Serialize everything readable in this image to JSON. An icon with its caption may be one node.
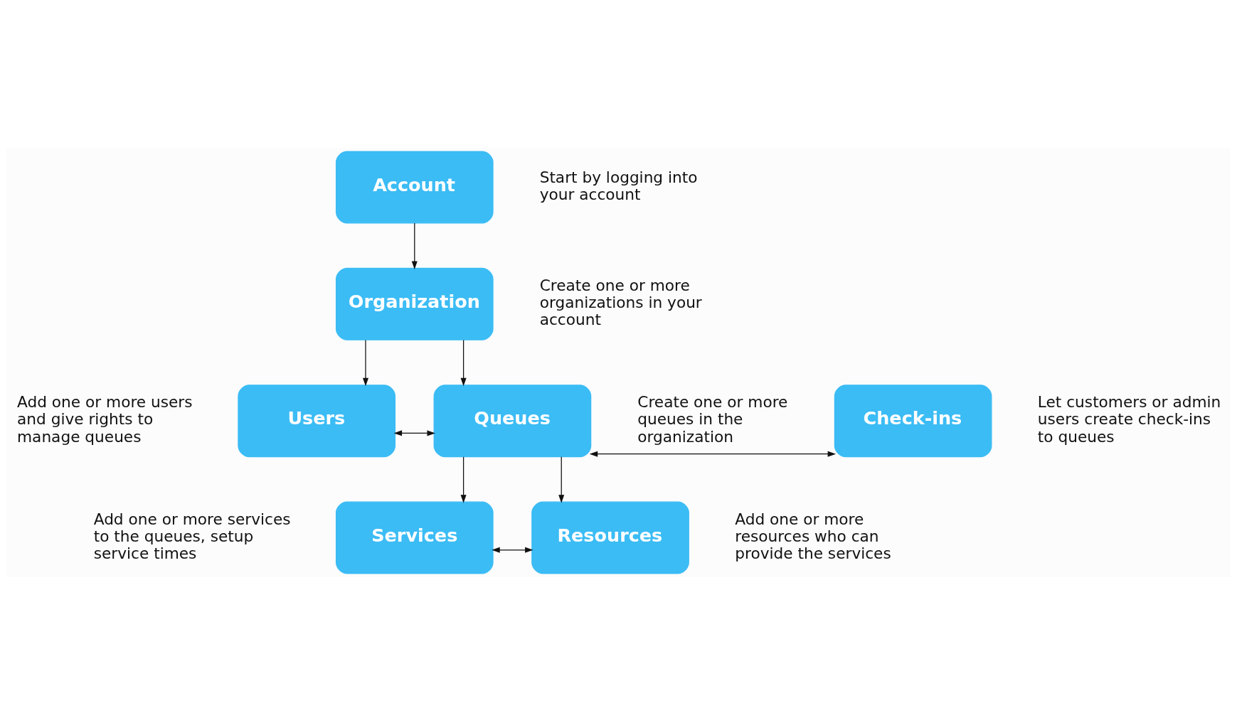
{
  "diagram": {
    "nodes": [
      {
        "text": [
          "Account"
        ],
        "beside": [
          "Start by logging into your account"
        ]
      },
      {
        "text": [
          "Organization"
        ],
        "beside": [
          "Create one or more organizations in your account"
        ]
      },
      {
        "text": [
          "Users"
        ],
        "beside": [
          "Add one or more users and give rights to manage queues"
        ]
      },
      {
        "text": [
          "Queues"
        ],
        "beside": [
          "Create one or more queues in the organization"
        ]
      },
      {
        "text": [
          "Check-ins"
        ],
        "beside": [
          "Let customers or admin users create check-ins to queues"
        ]
      },
      {
        "text": [
          "Services"
        ],
        "beside": [
          "Add one or more services to the queues, setup service times"
        ]
      },
      {
        "text": [
          "Resources"
        ],
        "beside": [
          "Add one or more resources who can provide the services"
        ]
      }
    ],
    "edges": [
      {
        "from": 0,
        "to": 1,
        "arrow": "to"
      },
      {
        "from": 1,
        "to": 2,
        "arrow": "to"
      },
      {
        "from": 1,
        "to": 3,
        "arrow": "to"
      },
      {
        "from": 2,
        "to": 3,
        "arrow": "both"
      },
      {
        "from": 3,
        "to": 4,
        "arrow": "both"
      },
      {
        "from": 3,
        "to": 5,
        "arrow": "to"
      },
      {
        "from": 3,
        "to": 6,
        "arrow": "to"
      },
      {
        "from": 5,
        "to": 6,
        "arrow": "both"
      }
    ]
  }
}
